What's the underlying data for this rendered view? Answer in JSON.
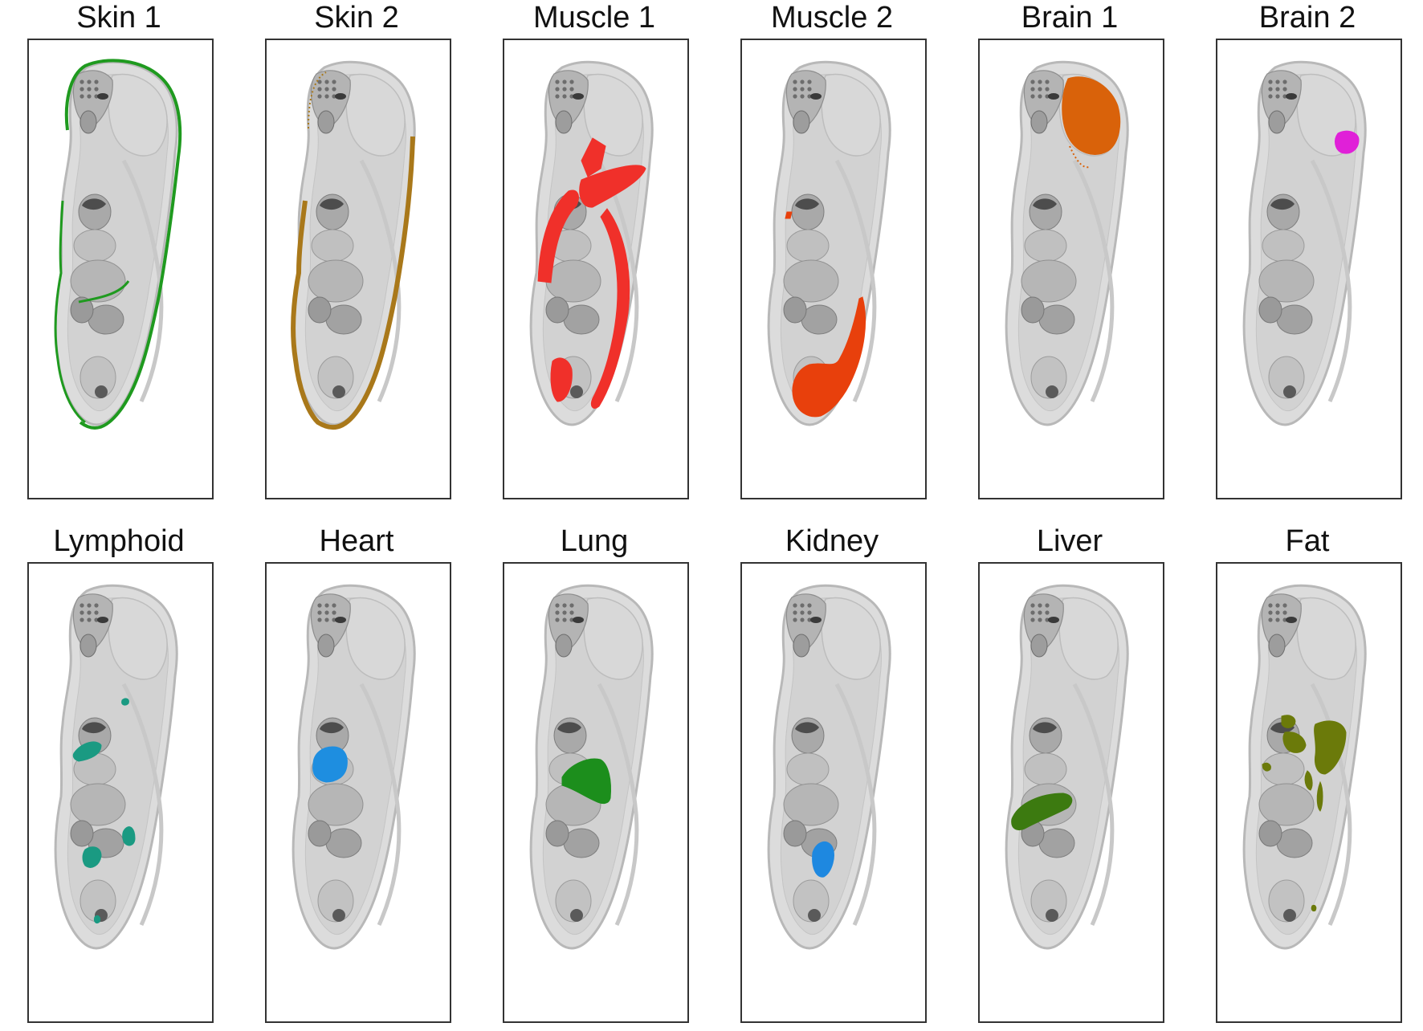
{
  "panels": [
    {
      "label": "Skin 1",
      "organ": "skin1",
      "color": "#1f9a1f"
    },
    {
      "label": "Skin 2",
      "organ": "skin2",
      "color": "#a9781a"
    },
    {
      "label": "Muscle 1",
      "organ": "muscle1",
      "color": "#f0302a"
    },
    {
      "label": "Muscle 2",
      "organ": "muscle2",
      "color": "#e8400c"
    },
    {
      "label": "Brain 1",
      "organ": "brain1",
      "color": "#d9620a"
    },
    {
      "label": "Brain 2",
      "organ": "brain2",
      "color": "#e020d8"
    },
    {
      "label": "Lymphoid",
      "organ": "lymphoid",
      "color": "#1a9a82"
    },
    {
      "label": "Heart",
      "organ": "heart",
      "color": "#1e8ee0"
    },
    {
      "label": "Lung",
      "organ": "lung",
      "color": "#1c8e1c"
    },
    {
      "label": "Kidney",
      "organ": "kidney",
      "color": "#1e88e0"
    },
    {
      "label": "Liver",
      "organ": "liver",
      "color": "#3c7a10"
    },
    {
      "label": "Fat",
      "organ": "fat",
      "color": "#6b7a0a"
    }
  ]
}
